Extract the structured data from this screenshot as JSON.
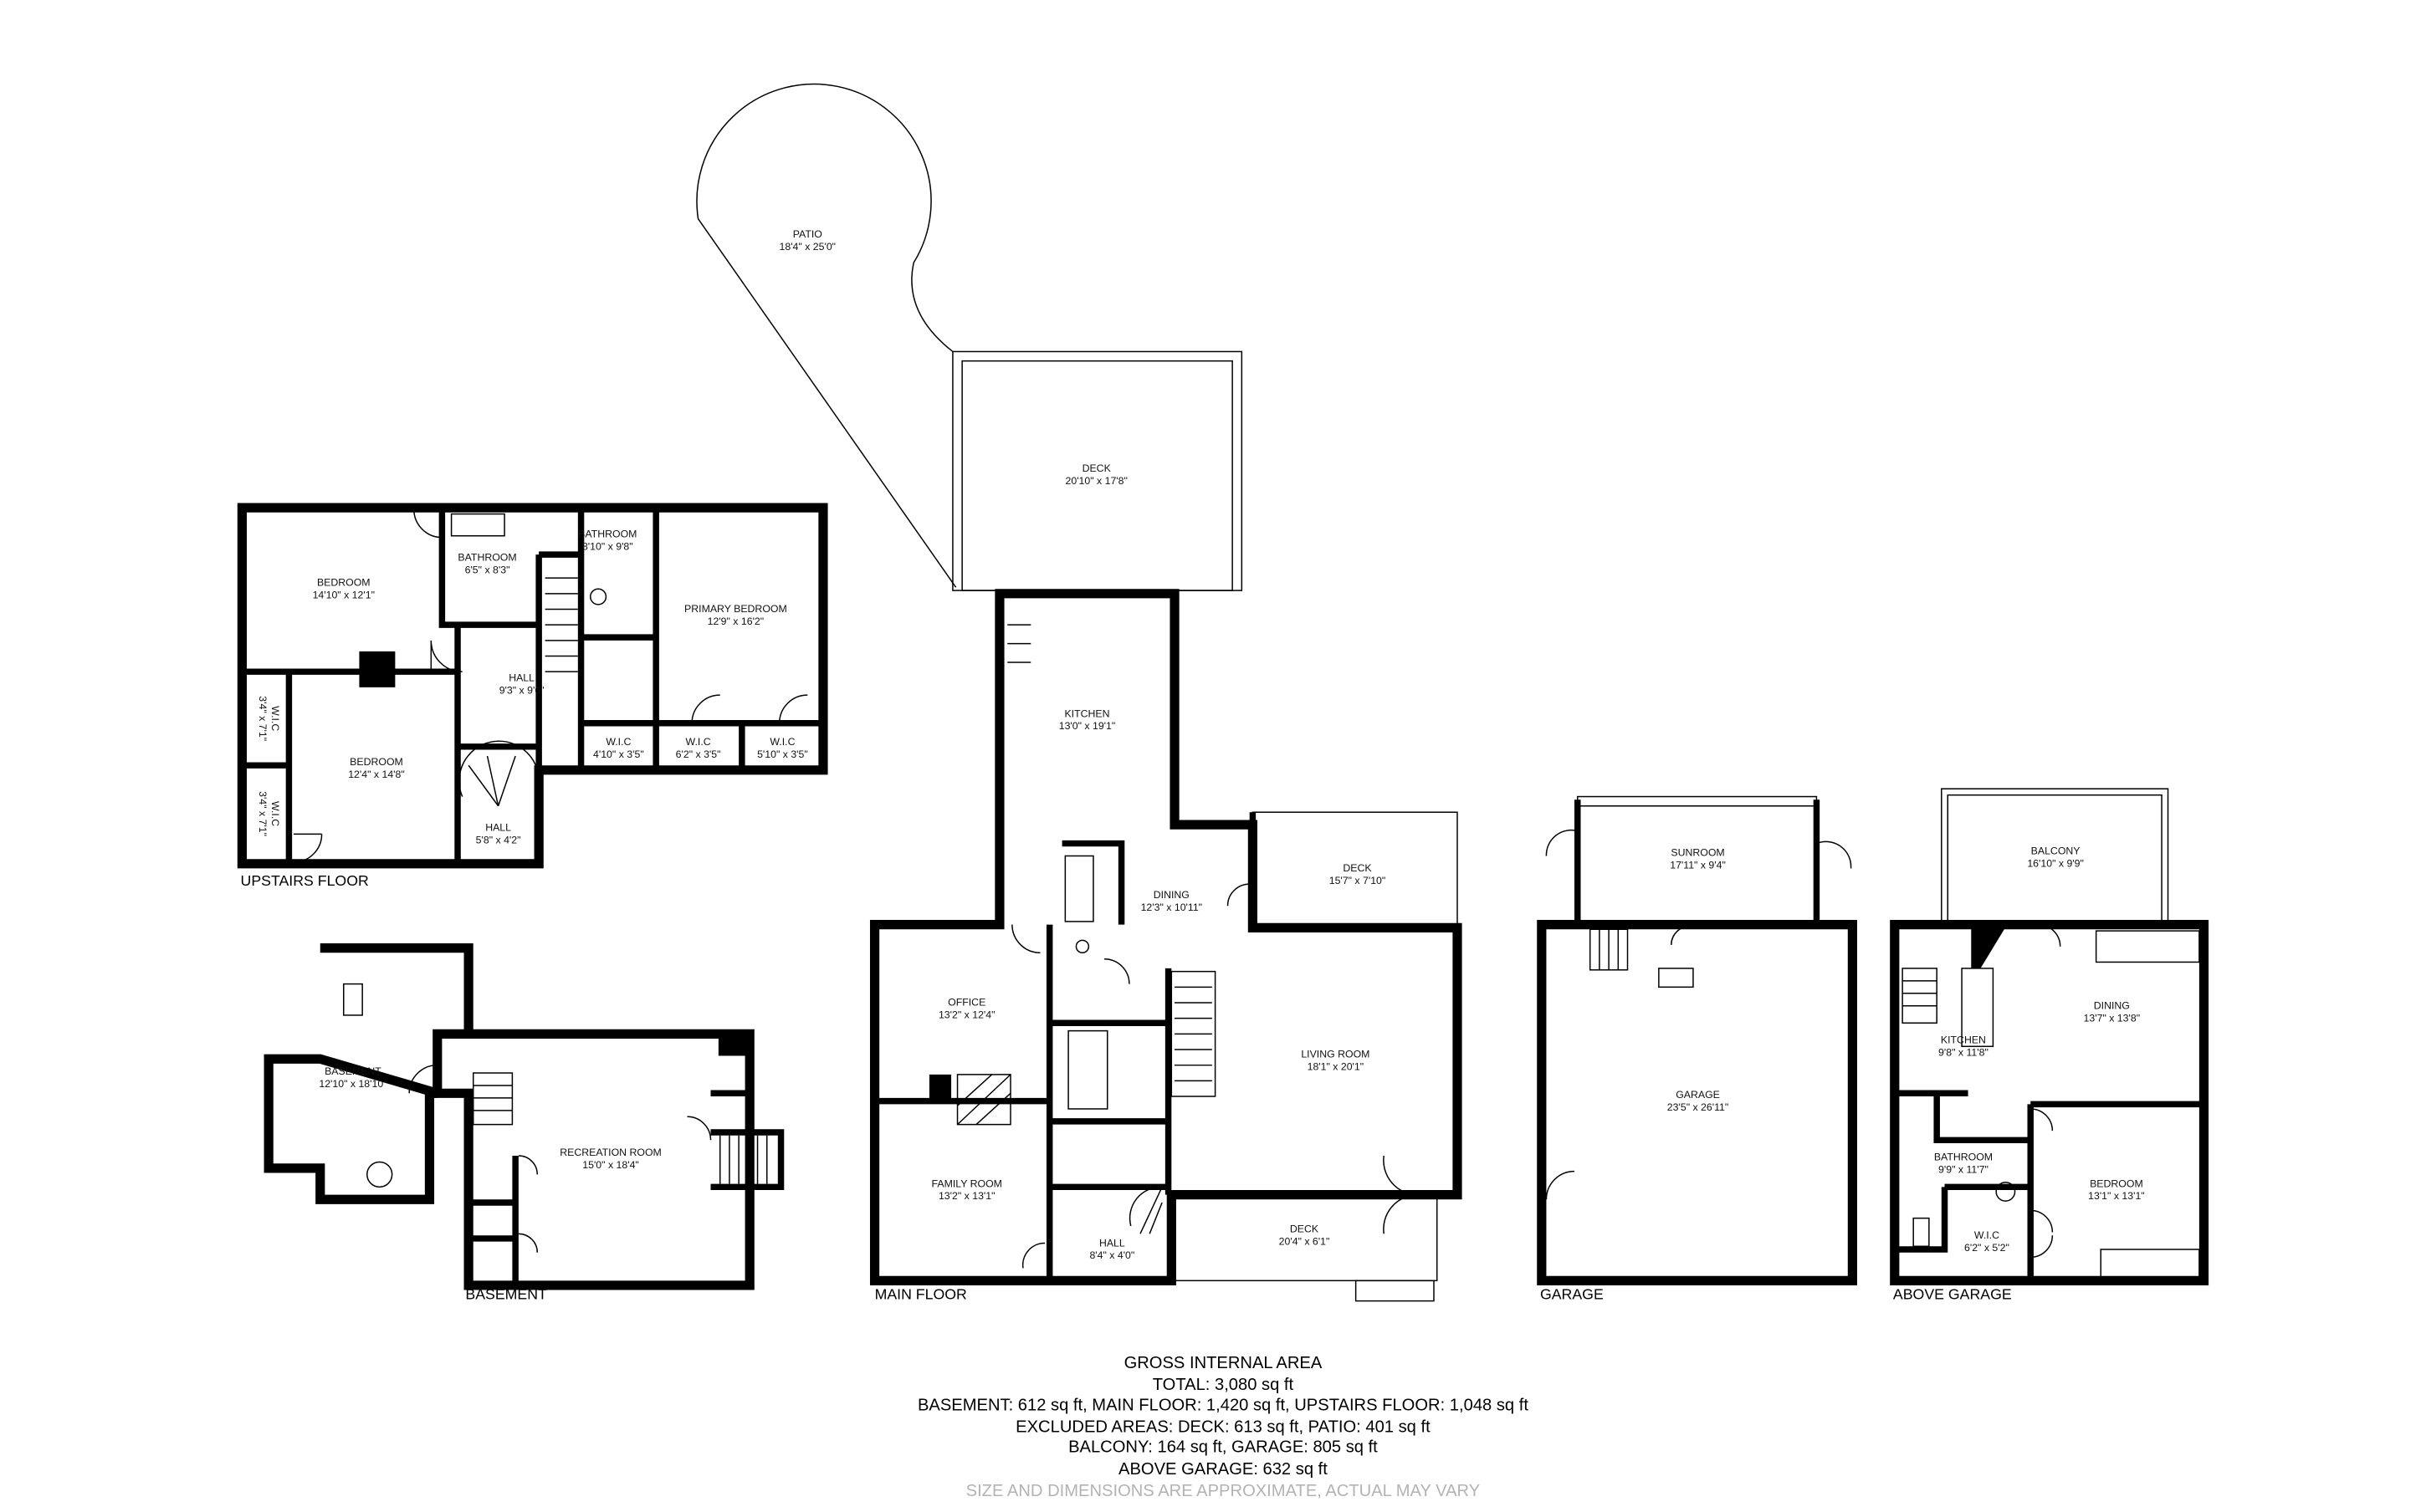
{
  "upstairs": {
    "label": "UPSTAIRS FLOOR",
    "rooms": [
      {
        "name": "BEDROOM",
        "dims": "14'10\" x 12'1\""
      },
      {
        "name": "BATHROOM",
        "dims": "6'5\" x 8'3\""
      },
      {
        "name": "BATHROOM",
        "dims": "8'10\" x 9'8\""
      },
      {
        "name": "PRIMARY BEDROOM",
        "dims": "12'9\" x 16'2\""
      },
      {
        "name": "HALL",
        "dims": "9'3\" x 9'6\""
      },
      {
        "name": "W.I.C",
        "dims": "4'10\" x 3'5\""
      },
      {
        "name": "W.I.C",
        "dims": "6'2\" x 3'5\""
      },
      {
        "name": "W.I.C",
        "dims": "5'10\" x 3'5\""
      },
      {
        "name": "BEDROOM",
        "dims": "12'4\" x 14'8\""
      },
      {
        "name": "W.I.C",
        "dims": "3'4\" x 7'1\""
      },
      {
        "name": "W.I.C",
        "dims": "3'4\" x 7'1\""
      },
      {
        "name": "HALL",
        "dims": "5'8\" x 4'2\""
      }
    ]
  },
  "basement": {
    "label": "BASEMENT",
    "rooms": [
      {
        "name": "BASEMENT",
        "dims": "12'10\" x 18'10\""
      },
      {
        "name": "RECREATION ROOM",
        "dims": "15'0\" x 18'4\""
      }
    ]
  },
  "main_floor": {
    "label": "MAIN FLOOR",
    "rooms": [
      {
        "name": "PATIO",
        "dims": "18'4\" x 25'0\""
      },
      {
        "name": "DECK",
        "dims": "20'10\" x 17'8\""
      },
      {
        "name": "KITCHEN",
        "dims": "13'0\" x 19'1\""
      },
      {
        "name": "DINING",
        "dims": "12'3\" x 10'11\""
      },
      {
        "name": "DECK",
        "dims": "15'7\" x 7'10\""
      },
      {
        "name": "OFFICE",
        "dims": "13'2\" x 12'4\""
      },
      {
        "name": "LIVING ROOM",
        "dims": "18'1\" x 20'1\""
      },
      {
        "name": "FAMILY ROOM",
        "dims": "13'2\" x 13'1\""
      },
      {
        "name": "HALL",
        "dims": "8'4\" x 4'0\""
      },
      {
        "name": "DECK",
        "dims": "20'4\" x 6'1\""
      }
    ]
  },
  "garage": {
    "label": "GARAGE",
    "rooms": [
      {
        "name": "SUNROOM",
        "dims": "17'11\" x 9'4\""
      },
      {
        "name": "GARAGE",
        "dims": "23'5\" x 26'11\""
      }
    ]
  },
  "above_garage": {
    "label": "ABOVE GARAGE",
    "rooms": [
      {
        "name": "BALCONY",
        "dims": "16'10\" x 9'9\""
      },
      {
        "name": "DINING",
        "dims": "13'7\" x 13'8\""
      },
      {
        "name": "KITCHEN",
        "dims": "9'8\" x 11'8\""
      },
      {
        "name": "BATHROOM",
        "dims": "9'9\" x 11'7\""
      },
      {
        "name": "BEDROOM",
        "dims": "13'1\" x 13'1\""
      },
      {
        "name": "W.I.C",
        "dims": "6'2\" x 5'2\""
      }
    ]
  },
  "area_summary": {
    "title": "GROSS INTERNAL AREA",
    "lines": [
      "TOTAL: 3,080 sq ft",
      "BASEMENT: 612 sq ft, MAIN FLOOR: 1,420 sq ft, UPSTAIRS FLOOR: 1,048 sq ft",
      "EXCLUDED AREAS: DECK: 613 sq ft, PATIO: 401 sq ft",
      "BALCONY: 164 sq ft, GARAGE: 805 sq ft",
      "ABOVE GARAGE: 632 sq ft"
    ],
    "disclaimer": "SIZE AND DIMENSIONS ARE APPROXIMATE, ACTUAL MAY VARY"
  },
  "colors": {
    "walls": "#000000",
    "disclaimer": "#b3b3b3",
    "background": "#ffffff"
  }
}
